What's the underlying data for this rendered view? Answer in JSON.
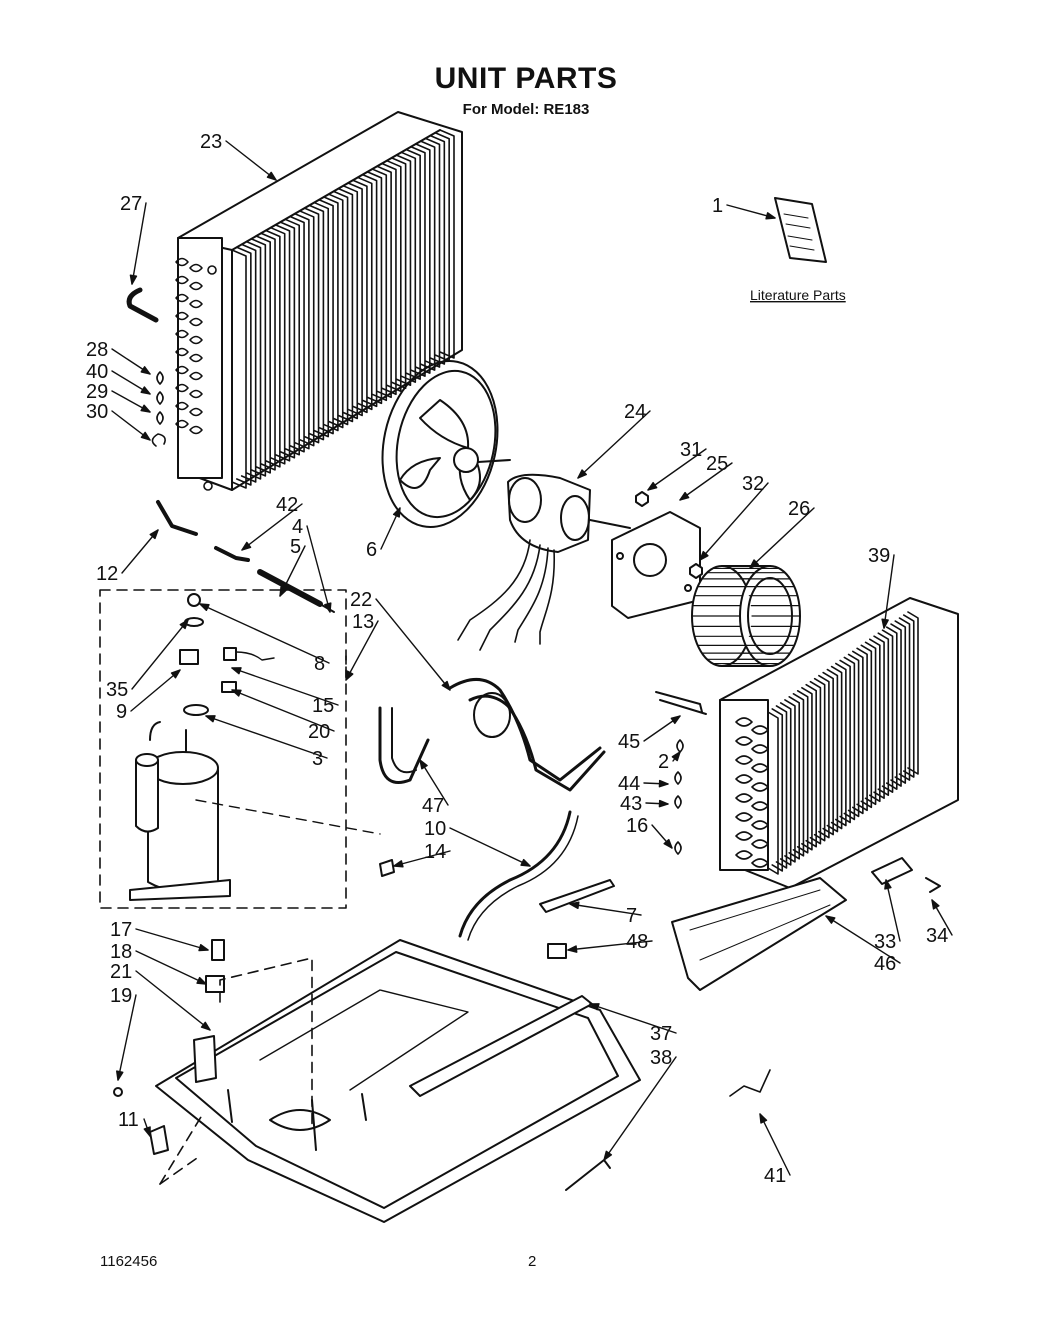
{
  "header": {
    "title": "UNIT PARTS",
    "subtitle": "For Model: RE183"
  },
  "literature": {
    "label": "Literature Parts"
  },
  "callouts": [
    "1",
    "2",
    "3",
    "4",
    "5",
    "6",
    "7",
    "8",
    "9",
    "10",
    "11",
    "12",
    "13",
    "14",
    "15",
    "16",
    "17",
    "18",
    "19",
    "20",
    "21",
    "22",
    "23",
    "24",
    "25",
    "26",
    "27",
    "28",
    "29",
    "30",
    "31",
    "32",
    "33",
    "34",
    "35",
    "37",
    "38",
    "39",
    "40",
    "41",
    "42",
    "43",
    "44",
    "45",
    "46",
    "47",
    "48"
  ],
  "footer": {
    "doc_number": "1162456",
    "page_number": "2"
  }
}
